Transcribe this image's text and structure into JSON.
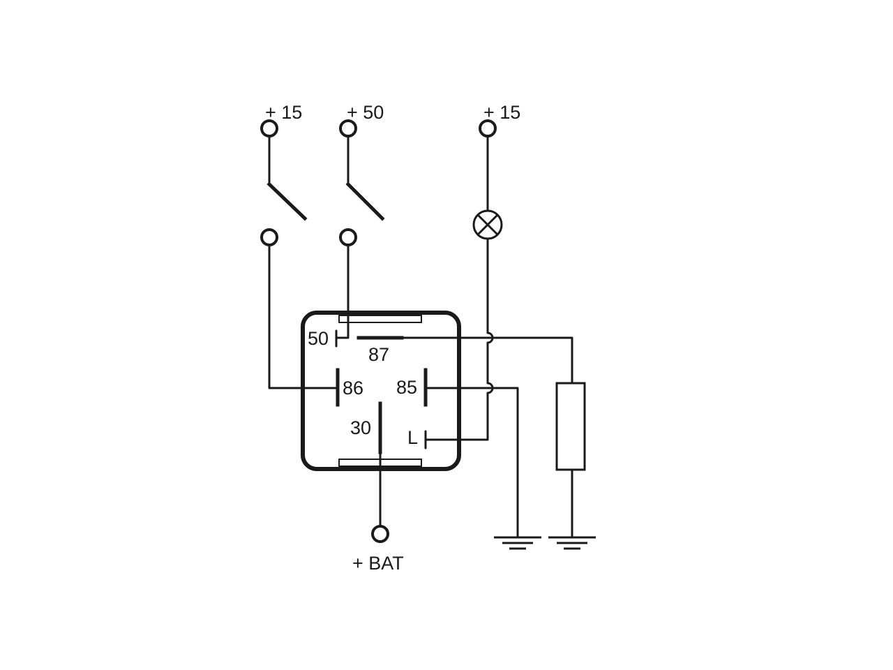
{
  "colors": {
    "ink": "#1a1a1a",
    "background": "#ffffff"
  },
  "labels": {
    "top_left_supply": "+ 15",
    "top_mid_supply": "+ 50",
    "top_right_supply": "+ 15",
    "pin_50": "50",
    "pin_87": "87",
    "pin_86": "86",
    "pin_85": "85",
    "pin_30": "30",
    "pin_l": "L",
    "battery": "+ BAT"
  },
  "icons": [
    "lamp-icon",
    "ground-icon",
    "resistor-icon",
    "switch-icon",
    "terminal-icon"
  ]
}
